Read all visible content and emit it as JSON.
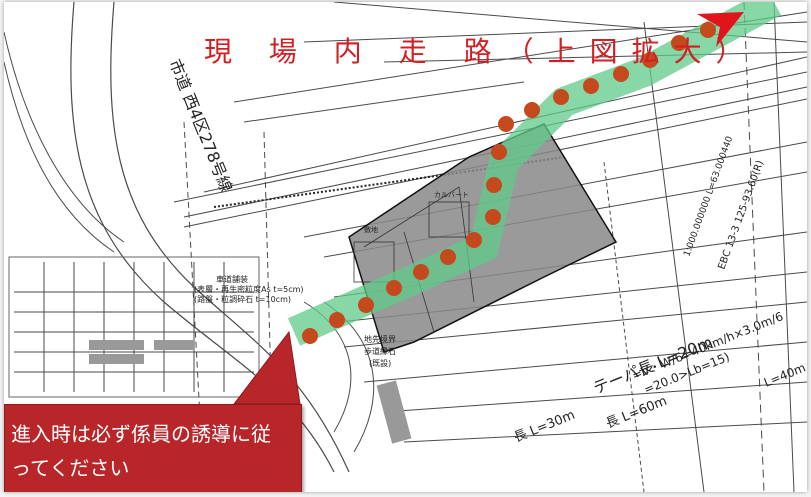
{
  "colors": {
    "route_band": "#5fc98a",
    "route_dot": "#c44a1d",
    "building": "#888888",
    "title": "#d21f24",
    "callout": "#b8262a",
    "arrow": "#e0141a"
  },
  "title": "現 場 内 走 路（上図拡大）",
  "callout": {
    "line1": "進入時は必ず係員の誘導に従",
    "line2": "ってください"
  },
  "plan_labels": {
    "road_name": "市道 西4区278号線",
    "taper_length": "テーパ長 L=20m",
    "taper_calc": "=V・W/6=40km/h×3.0m/6",
    "taper_cond": "=20.0>Lb=15)",
    "length_30": "長 L=30m",
    "length_60": "長 L=60m",
    "edge_label": "L=40m",
    "note_ebc": "EBC 13-3 125-93.60(R)",
    "dim_a": "1:000.000000 L=63.000440",
    "sidewalk_1": "車道舗装",
    "sidewalk_2": "(表層・再生密粒度As t=5cm)",
    "sidewalk_3": "(路盤・粒調砕石 t=10cm)",
    "bldg_1": "敷地",
    "bldg_2": "カルバート",
    "bldg_3": "地先境界",
    "bldg_4": "歩道縁石",
    "bldg_5": "(既設)"
  }
}
